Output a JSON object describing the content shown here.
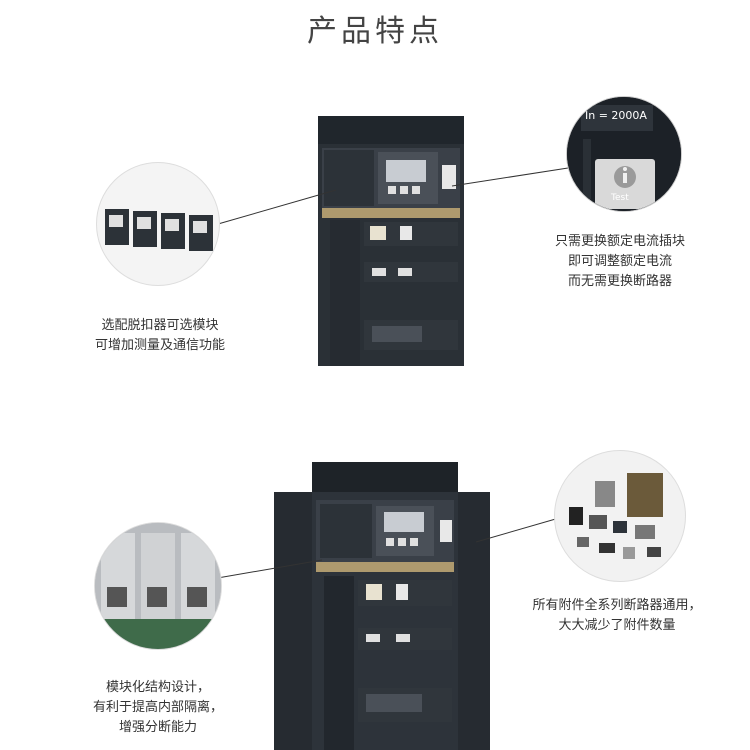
{
  "page": {
    "title": "产品特点"
  },
  "features": {
    "trip_units": {
      "lines": [
        "选配脱扣器可选模块",
        "可增加测量及通信功能"
      ]
    },
    "rating_plug": {
      "lines": [
        "只需更换额定电流插块",
        "即可调整额定电流",
        "而无需更换断路器"
      ],
      "plug_label": "In = 2000A",
      "test_label": "Test"
    },
    "modular": {
      "lines": [
        "模块化结构设计，",
        "有利于提高内部隔离，",
        "增强分断能力"
      ]
    },
    "accessories": {
      "lines": [
        "所有附件全系列断路器通用，",
        "大大减少了附件数量"
      ]
    }
  },
  "colors": {
    "breaker_body": "#2d333a",
    "breaker_panel": "#3a4048",
    "display": "#c8ccd2",
    "label_bg": "#e8e2d0"
  }
}
